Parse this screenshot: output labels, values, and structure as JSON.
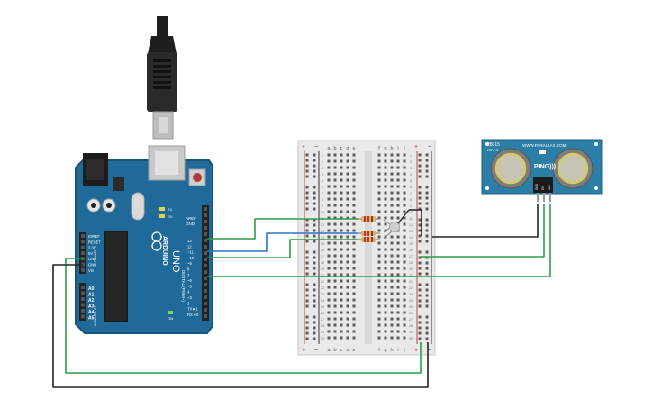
{
  "colors": {
    "board": "#1f6a99",
    "board_edge": "#16557c",
    "breadboard": "#e9e9e9",
    "breadboard_edge": "#c9c9c9",
    "rail_red": "#d23a3a",
    "rail_black": "#333333",
    "wire_green": "#2e9e44",
    "wire_blue": "#2a73c7",
    "wire_black": "#222222",
    "sensor_board": "#2b7fa6",
    "transducer": "#c8c4b4",
    "led": "#cfcfcf"
  },
  "arduino": {
    "brand": "ARDUINO",
    "model": "UNO",
    "label_aref": "AREF",
    "label_gnd": "GND",
    "digital_pins": [
      "13",
      "12",
      "~11",
      "~10",
      "~9",
      "8",
      "7",
      "~6",
      "~5",
      "4",
      "~3",
      "2",
      "TX►1",
      "RX◄0"
    ],
    "digital_label": "DIGITAL (PWM~)",
    "tx": "TX",
    "rx": "RX",
    "on": "ON",
    "power_pins": [
      "IOREF",
      "RESET",
      "3.3V",
      "5V",
      "GND",
      "GND",
      "Vin"
    ],
    "power_label": "POWER",
    "analog_pins": [
      "A0",
      "A1",
      "A2",
      "A3",
      "A4",
      "A5"
    ],
    "analog_label": "ANALOG IN"
  },
  "breadboard": {
    "columns_left": [
      "a",
      "b",
      "c",
      "d",
      "e"
    ],
    "columns_right": [
      "f",
      "g",
      "h",
      "i",
      "j"
    ],
    "rail_plus": "+",
    "rail_minus": "−",
    "row_count": 30
  },
  "sensor": {
    "model": "28015",
    "rev": "REV C",
    "site": "WWW.PARALLAX.COM",
    "name": "PING)))",
    "pins": [
      "GND",
      "5V",
      "SIG"
    ]
  }
}
